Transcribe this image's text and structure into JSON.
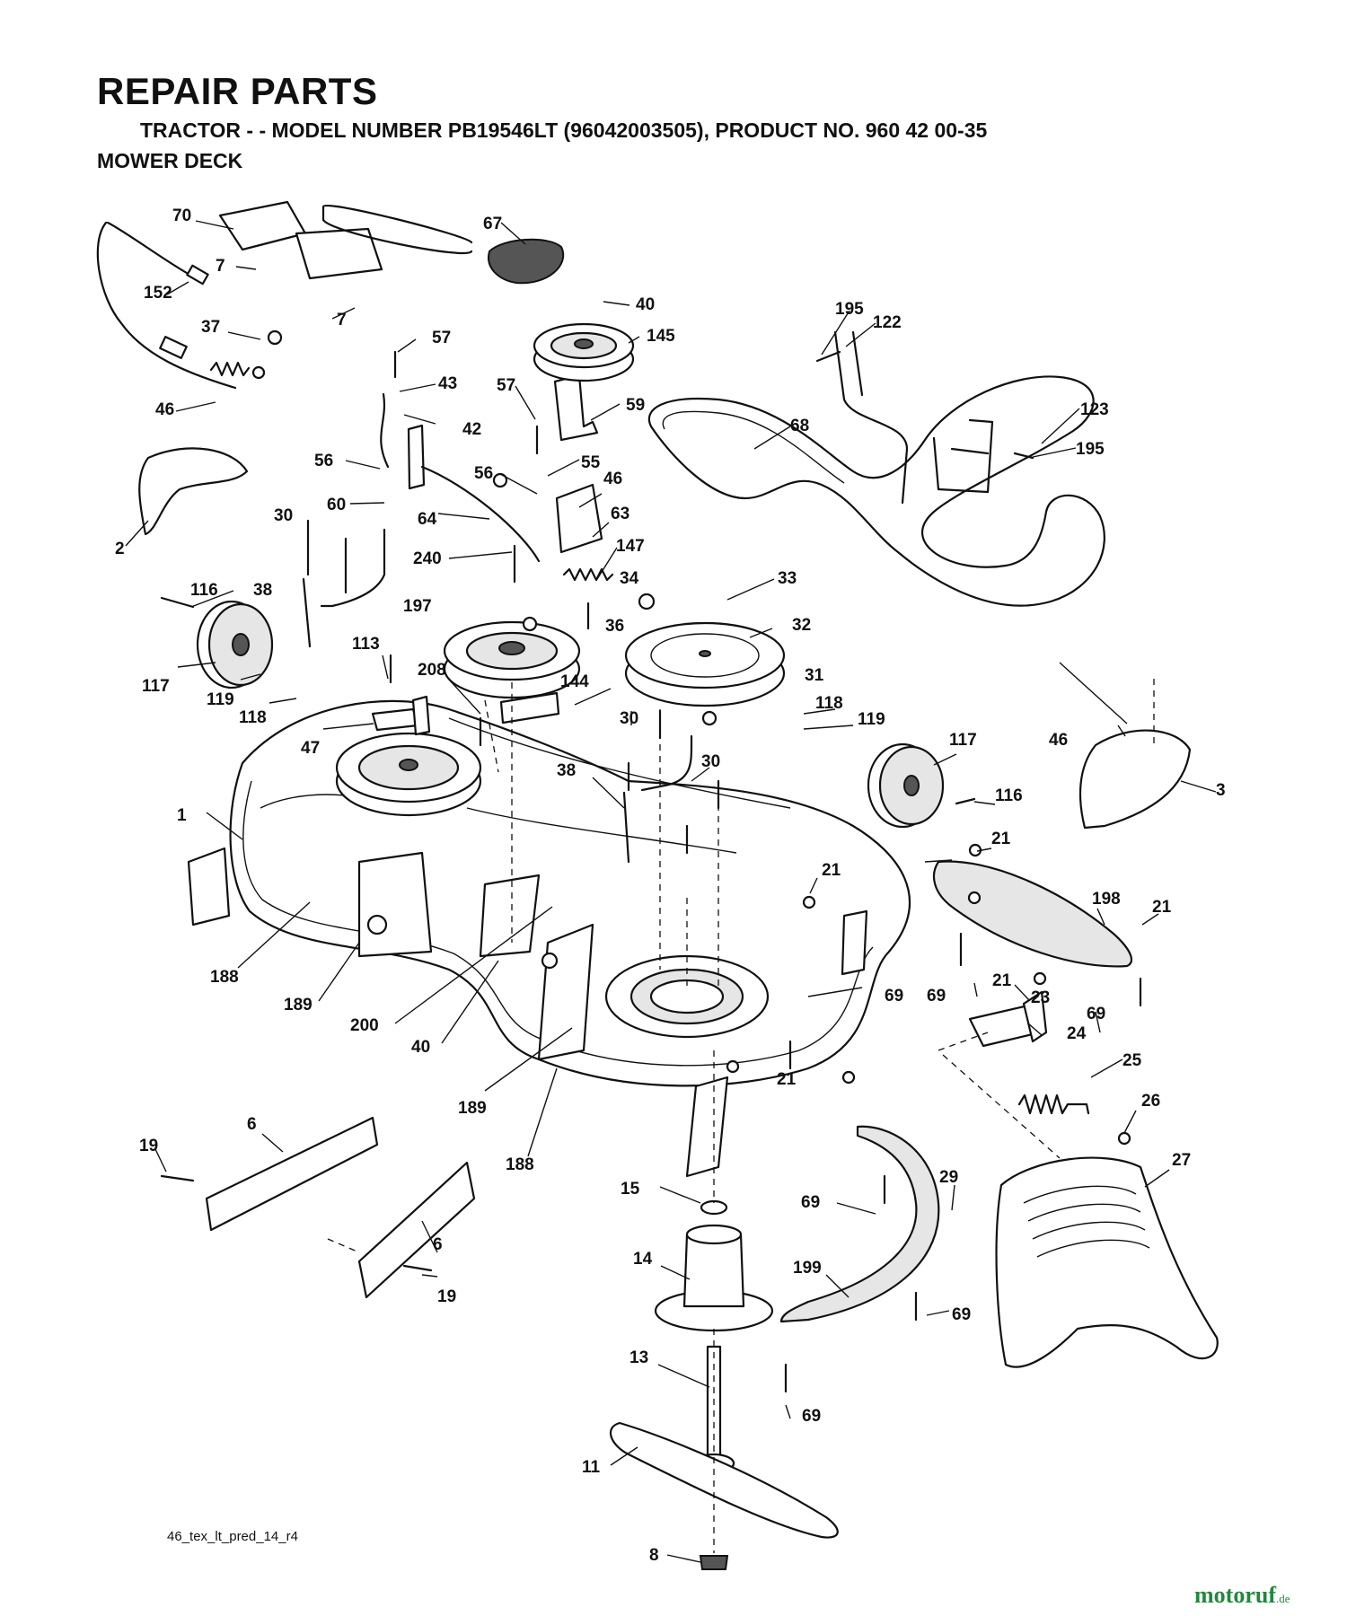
{
  "header": {
    "title": "REPAIR PARTS",
    "subtitle": "TRACTOR - - MODEL NUMBER PB19546LT (96042003505), PRODUCT NO. 960 42 00-35",
    "section": "MOWER DECK"
  },
  "drawing_id": "46_tex_lt_pred_14_r4",
  "watermark": {
    "name": "motoruf",
    "suffix": ".de",
    "color": "#1f8a3b"
  },
  "callouts": [
    {
      "id": "c70",
      "text": "70"
    },
    {
      "id": "c67",
      "text": "67"
    },
    {
      "id": "c7a",
      "text": "7"
    },
    {
      "id": "c7b",
      "text": "7"
    },
    {
      "id": "c152",
      "text": "152"
    },
    {
      "id": "c37",
      "text": "37"
    },
    {
      "id": "c57a",
      "text": "57"
    },
    {
      "id": "c43",
      "text": "43"
    },
    {
      "id": "c42",
      "text": "42"
    },
    {
      "id": "c40a",
      "text": "40"
    },
    {
      "id": "c145",
      "text": "145"
    },
    {
      "id": "c57b",
      "text": "57"
    },
    {
      "id": "c59",
      "text": "59"
    },
    {
      "id": "c195a",
      "text": "195"
    },
    {
      "id": "c122",
      "text": "122"
    },
    {
      "id": "c68",
      "text": "68"
    },
    {
      "id": "c123",
      "text": "123"
    },
    {
      "id": "c195b",
      "text": "195"
    },
    {
      "id": "c46a",
      "text": "46"
    },
    {
      "id": "c2",
      "text": "2"
    },
    {
      "id": "c56a",
      "text": "56"
    },
    {
      "id": "c56b",
      "text": "56"
    },
    {
      "id": "c55",
      "text": "55"
    },
    {
      "id": "c46b",
      "text": "46"
    },
    {
      "id": "c60",
      "text": "60"
    },
    {
      "id": "c64",
      "text": "64"
    },
    {
      "id": "c63",
      "text": "63"
    },
    {
      "id": "c147",
      "text": "147"
    },
    {
      "id": "c30a",
      "text": "30"
    },
    {
      "id": "c240",
      "text": "240"
    },
    {
      "id": "c34",
      "text": "34"
    },
    {
      "id": "c116a",
      "text": "116"
    },
    {
      "id": "c38a",
      "text": "38"
    },
    {
      "id": "c197",
      "text": "197"
    },
    {
      "id": "c36",
      "text": "36"
    },
    {
      "id": "c33",
      "text": "33"
    },
    {
      "id": "c32",
      "text": "32"
    },
    {
      "id": "c117a",
      "text": "117"
    },
    {
      "id": "c119a",
      "text": "119"
    },
    {
      "id": "c118a",
      "text": "118"
    },
    {
      "id": "c113",
      "text": "113"
    },
    {
      "id": "c208",
      "text": "208"
    },
    {
      "id": "c144",
      "text": "144"
    },
    {
      "id": "c31",
      "text": "31"
    },
    {
      "id": "c118b",
      "text": "118"
    },
    {
      "id": "c119b",
      "text": "119"
    },
    {
      "id": "c117b",
      "text": "117"
    },
    {
      "id": "c46c",
      "text": "46"
    },
    {
      "id": "c3",
      "text": "3"
    },
    {
      "id": "c30b",
      "text": "30"
    },
    {
      "id": "c30c",
      "text": "30"
    },
    {
      "id": "c47",
      "text": "47"
    },
    {
      "id": "c38b",
      "text": "38"
    },
    {
      "id": "c116b",
      "text": "116"
    },
    {
      "id": "c1",
      "text": "1"
    },
    {
      "id": "c21a",
      "text": "21"
    },
    {
      "id": "c21b",
      "text": "21"
    },
    {
      "id": "c198",
      "text": "198"
    },
    {
      "id": "c21c",
      "text": "21"
    },
    {
      "id": "c188a",
      "text": "188"
    },
    {
      "id": "c189a",
      "text": "189"
    },
    {
      "id": "c200",
      "text": "200"
    },
    {
      "id": "c40b",
      "text": "40"
    },
    {
      "id": "c69a",
      "text": "69"
    },
    {
      "id": "c69b",
      "text": "69"
    },
    {
      "id": "c21d",
      "text": "21"
    },
    {
      "id": "c23",
      "text": "23"
    },
    {
      "id": "c69c",
      "text": "69"
    },
    {
      "id": "c24",
      "text": "24"
    },
    {
      "id": "c25",
      "text": "25"
    },
    {
      "id": "c21e",
      "text": "21"
    },
    {
      "id": "c189b",
      "text": "189"
    },
    {
      "id": "c26",
      "text": "26"
    },
    {
      "id": "c27",
      "text": "27"
    },
    {
      "id": "c6a",
      "text": "6"
    },
    {
      "id": "c19a",
      "text": "19"
    },
    {
      "id": "c188b",
      "text": "188"
    },
    {
      "id": "c15",
      "text": "15"
    },
    {
      "id": "c29",
      "text": "29"
    },
    {
      "id": "c69d",
      "text": "69"
    },
    {
      "id": "c14",
      "text": "14"
    },
    {
      "id": "c199",
      "text": "199"
    },
    {
      "id": "c6b",
      "text": "6"
    },
    {
      "id": "c19b",
      "text": "19"
    },
    {
      "id": "c69e",
      "text": "69"
    },
    {
      "id": "c13",
      "text": "13"
    },
    {
      "id": "c69f",
      "text": "69"
    },
    {
      "id": "c11",
      "text": "11"
    },
    {
      "id": "c8",
      "text": "8"
    }
  ]
}
